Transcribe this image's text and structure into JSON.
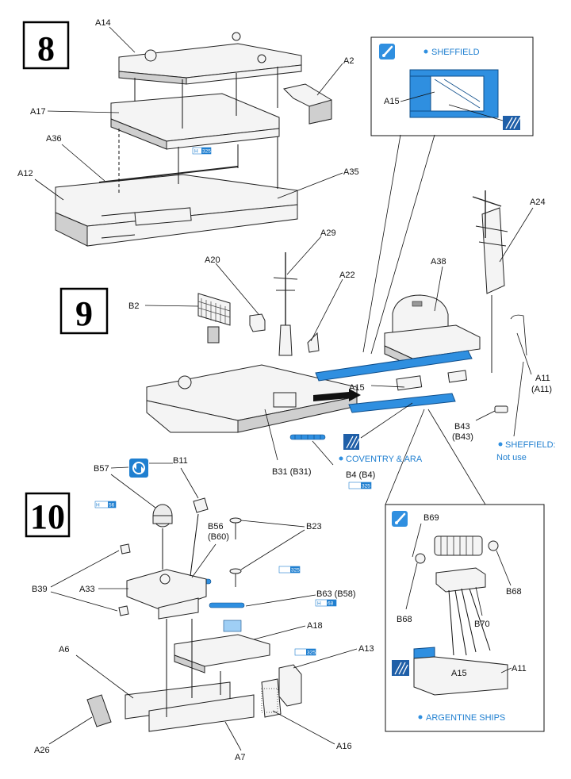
{
  "steps": {
    "step8": "8",
    "step9": "9",
    "step10": "10"
  },
  "labels8": {
    "A14": "A14",
    "A2": "A2",
    "A17": "A17",
    "A36": "A36",
    "A12": "A12",
    "A35": "A35",
    "A15": "A15"
  },
  "labels9": {
    "A29": "A29",
    "A20": "A20",
    "A22": "A22",
    "A24": "A24",
    "A38": "A38",
    "B2": "B2",
    "A15": "A15",
    "A11": "A11",
    "A11p": "(A11)",
    "B43": "B43",
    "B43p": "(B43)",
    "B31": "B31 (B31)",
    "B4": "B4  (B4)"
  },
  "labels10": {
    "B57": "B57",
    "B11": "B11",
    "B56": "B56",
    "B60": "(B60)",
    "B23": "B23",
    "B39": "B39",
    "A33": "A33",
    "B63": "B63 (B58)",
    "A18": "A18",
    "A6": "A6",
    "A13": "A13",
    "A26": "A26",
    "A7": "A7",
    "A16": "A16"
  },
  "inset_sheffield": {
    "title": "SHEFFIELD",
    "part": "A15"
  },
  "inset_argentine": {
    "title": "ARGENTINE SHIPS",
    "B69": "B69",
    "B68a": "B68",
    "B68b": "B68",
    "B70": "B70",
    "A15": "A15",
    "A11": "A11"
  },
  "notes": {
    "sheffield_not_use_1": "SHEFFIELD:",
    "sheffield_not_use_2": "Not use",
    "coventry": "COVENTRY & ARA"
  },
  "paint_badges": {
    "h325_a": "H",
    "h325_a_n": "325",
    "h325_b_n": "325",
    "h62": "H",
    "h62_n": "56",
    "h325_c_n": "325",
    "h88": "H",
    "h88_n": "68",
    "h325_d_n": "325"
  },
  "colors": {
    "accent_blue": "#2f8fe0",
    "label_blue": "#1f7fd0",
    "ink": "#111111"
  }
}
